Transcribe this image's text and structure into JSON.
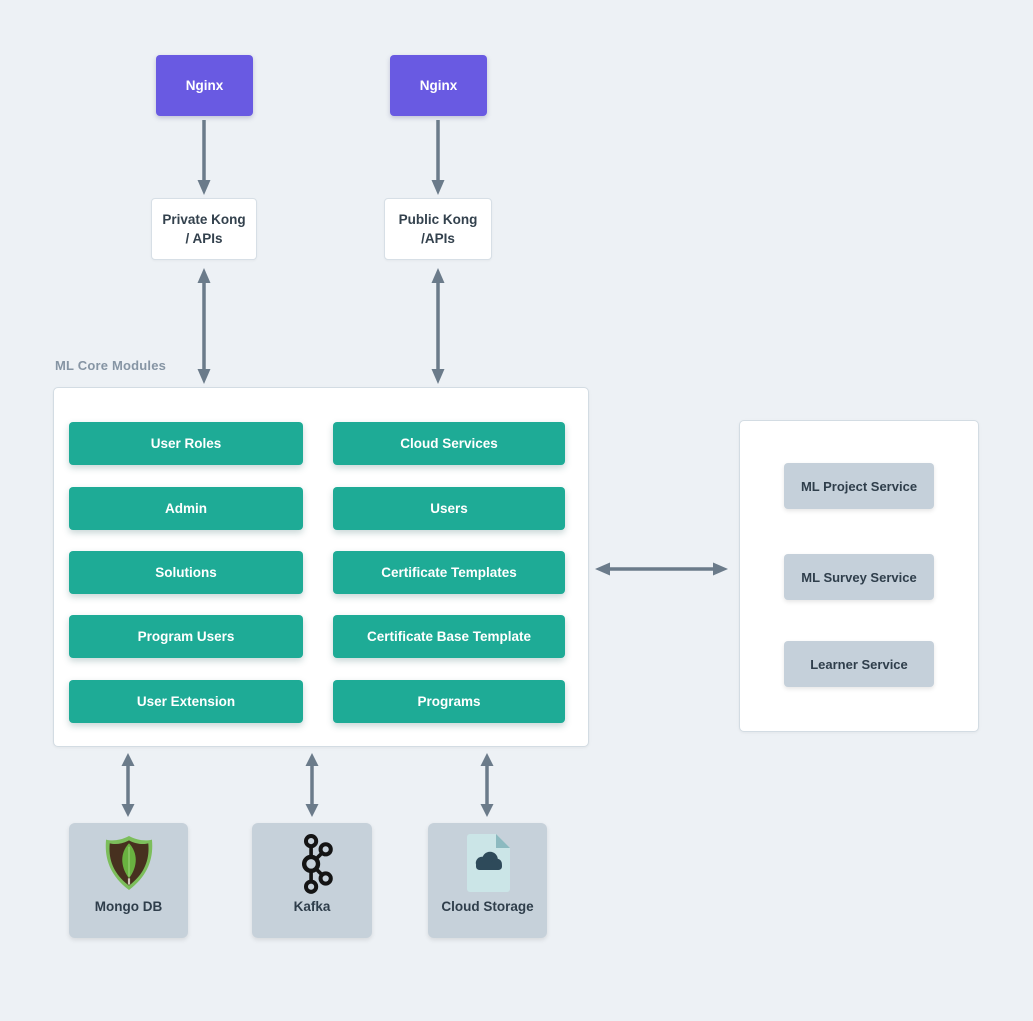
{
  "diagram": {
    "top": {
      "nginx_left": {
        "label": "Nginx"
      },
      "nginx_right": {
        "label": "Nginx"
      },
      "private_kong": {
        "line1": "Private Kong",
        "line2": "/ APIs"
      },
      "public_kong": {
        "line1": "Public Kong",
        "line2": "/APIs"
      }
    },
    "core": {
      "label": "ML Core Modules",
      "column1": [
        "User Roles",
        "Admin",
        "Solutions",
        "Program Users",
        "User Extension"
      ],
      "column2": [
        "Cloud Services",
        "Users",
        "Certificate Templates",
        "Certificate Base Template",
        "Programs"
      ]
    },
    "services": {
      "items": [
        "ML Project Service",
        "ML Survey Service",
        "Learner Service"
      ]
    },
    "datastores": {
      "items": [
        {
          "label": "Mongo DB",
          "icon": "mongodb-leaf-shield-icon"
        },
        {
          "label": "Kafka",
          "icon": "kafka-network-icon"
        },
        {
          "label": "Cloud Storage",
          "icon": "cloud-document-icon"
        }
      ]
    },
    "colors": {
      "background": "#EDF1F5",
      "nginx_purple": "#695AE2",
      "module_teal": "#1EAB96",
      "service_gray": "#C5D0DA",
      "datastore_gray": "#C6D1DA",
      "arrow_gray": "#6B7B8A",
      "text_dark": "#2F3E4B",
      "section_label_gray": "#8695A4",
      "panel_border": "#D3DCE3"
    }
  }
}
